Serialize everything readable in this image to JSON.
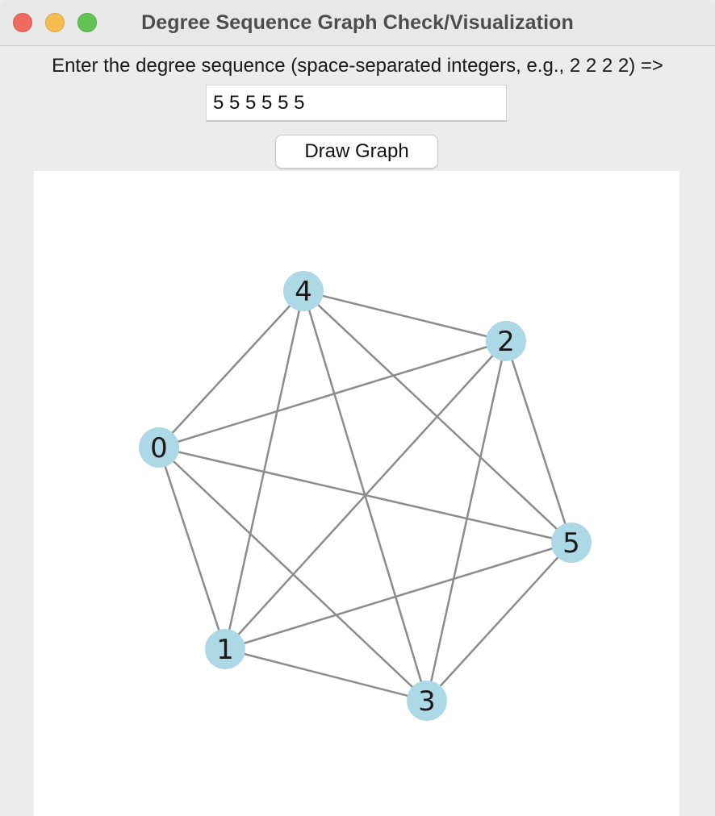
{
  "window": {
    "title": "Degree Sequence Graph Check/Visualization"
  },
  "form": {
    "prompt": "Enter the degree sequence (space-separated integers, e.g., 2 2 2 2) =>",
    "sequence_value": "5 5 5 5 5 5",
    "draw_button_label": "Draw Graph"
  },
  "graph": {
    "node_color": "#add8e6",
    "edge_color": "#8c8c8c",
    "nodes": [
      {
        "id": "0",
        "label": "0"
      },
      {
        "id": "1",
        "label": "1"
      },
      {
        "id": "2",
        "label": "2"
      },
      {
        "id": "3",
        "label": "3"
      },
      {
        "id": "4",
        "label": "4"
      },
      {
        "id": "5",
        "label": "5"
      }
    ],
    "edges": [
      [
        "0",
        "1"
      ],
      [
        "0",
        "2"
      ],
      [
        "0",
        "3"
      ],
      [
        "0",
        "4"
      ],
      [
        "0",
        "5"
      ],
      [
        "1",
        "2"
      ],
      [
        "1",
        "3"
      ],
      [
        "1",
        "4"
      ],
      [
        "1",
        "5"
      ],
      [
        "2",
        "3"
      ],
      [
        "2",
        "4"
      ],
      [
        "2",
        "5"
      ],
      [
        "3",
        "4"
      ],
      [
        "3",
        "5"
      ],
      [
        "4",
        "5"
      ]
    ]
  }
}
